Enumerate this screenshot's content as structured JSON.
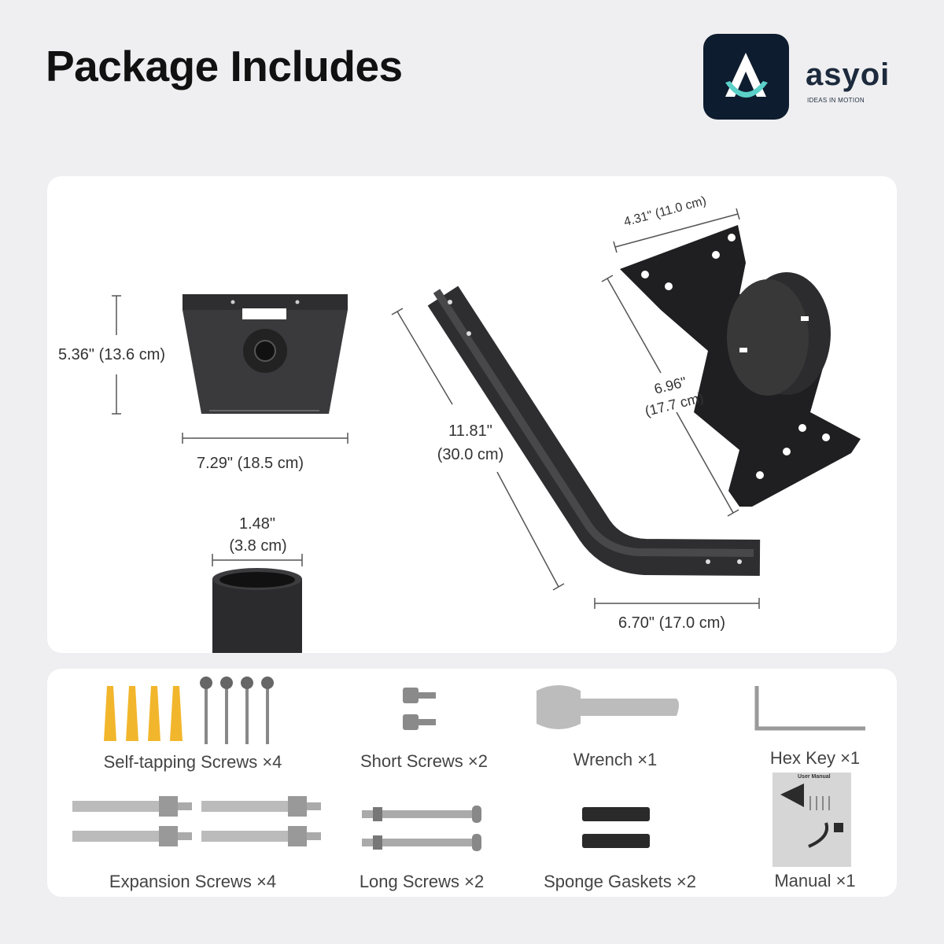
{
  "header": {
    "title": "Package Includes",
    "brand": {
      "name": "asyoi",
      "tagline": "IDEAS IN MOTION",
      "colors": {
        "tile": "#0e1c2f",
        "accent": "#5ad0c8"
      }
    }
  },
  "main_parts": {
    "wall_plate": {
      "height": "5.36\" (13.6 cm)",
      "width": "7.29\" (18.5 cm)"
    },
    "pipe": {
      "diameter_in": "1.48\"",
      "diameter_cm": "(3.8 cm)"
    },
    "arm": {
      "length_in": "11.81\"",
      "length_cm": "(30.0 cm)",
      "reach": "6.70\" (17.0 cm)"
    },
    "adapter_plate": {
      "width": "4.31\" (11.0 cm)",
      "length_in": "6.96\"",
      "length_cm": "(17.7 cm)"
    }
  },
  "accessories": [
    {
      "label": "Self-tapping Screws ×4",
      "icon": "anchor-and-screw-icon"
    },
    {
      "label": "Short Screws ×2",
      "icon": "short-screw-icon"
    },
    {
      "label": "Wrench ×1",
      "icon": "wrench-icon"
    },
    {
      "label": "Hex Key ×1",
      "icon": "hex-key-icon"
    },
    {
      "label": "Expansion Screws ×4",
      "icon": "expansion-bolt-icon"
    },
    {
      "label": "Long Screws ×2",
      "icon": "long-screw-icon"
    },
    {
      "label": "Sponge Gaskets ×2",
      "icon": "sponge-gasket-icon"
    },
    {
      "label": "Manual ×1",
      "icon": "manual-icon"
    }
  ],
  "manual_cover_title": "User Manual"
}
